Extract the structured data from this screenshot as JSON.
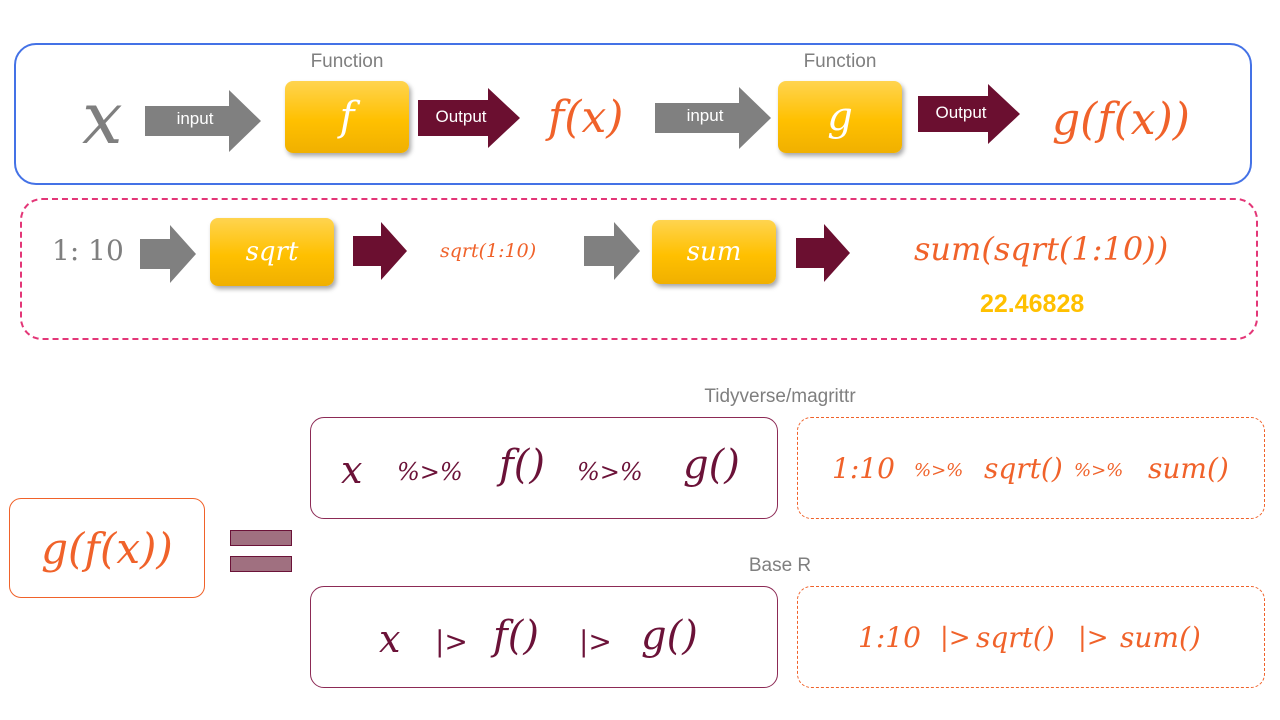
{
  "top_flow": {
    "x": "x",
    "input1": "input",
    "function1_label": "Function",
    "f": "f",
    "output1": "Output",
    "fx": "f(x)",
    "input2": "input",
    "function2_label": "Function",
    "g": "g",
    "output2": "Output",
    "gfx": "g(f(x))"
  },
  "example_flow": {
    "range": "1: 10",
    "sqrt": "sqrt",
    "sqrt_result": "sqrt(1:10)",
    "sum": "sum",
    "sum_result": "sum(sqrt(1:10))",
    "value": "22.46828"
  },
  "pipes": {
    "left_expr": "g(f(x))",
    "tidy_title": "Tidyverse/magrittr",
    "tidy_generic": [
      "x",
      "%>%",
      "f()",
      "%>%",
      "g()"
    ],
    "tidy_example": [
      "1:10",
      "%>%",
      "sqrt()",
      "%>%",
      "sum()"
    ],
    "base_title": "Base R",
    "base_generic": [
      "x",
      "|>",
      "f()",
      "|>",
      "g()"
    ],
    "base_example": [
      "1:10",
      "|>",
      "sqrt()",
      "|>",
      "sum()"
    ]
  },
  "colors": {
    "blue_border": "#4472e6",
    "pink_dashed": "#e33677",
    "orange": "#f0622a",
    "maroon": "#6b1238",
    "gold": "#ffc000"
  }
}
